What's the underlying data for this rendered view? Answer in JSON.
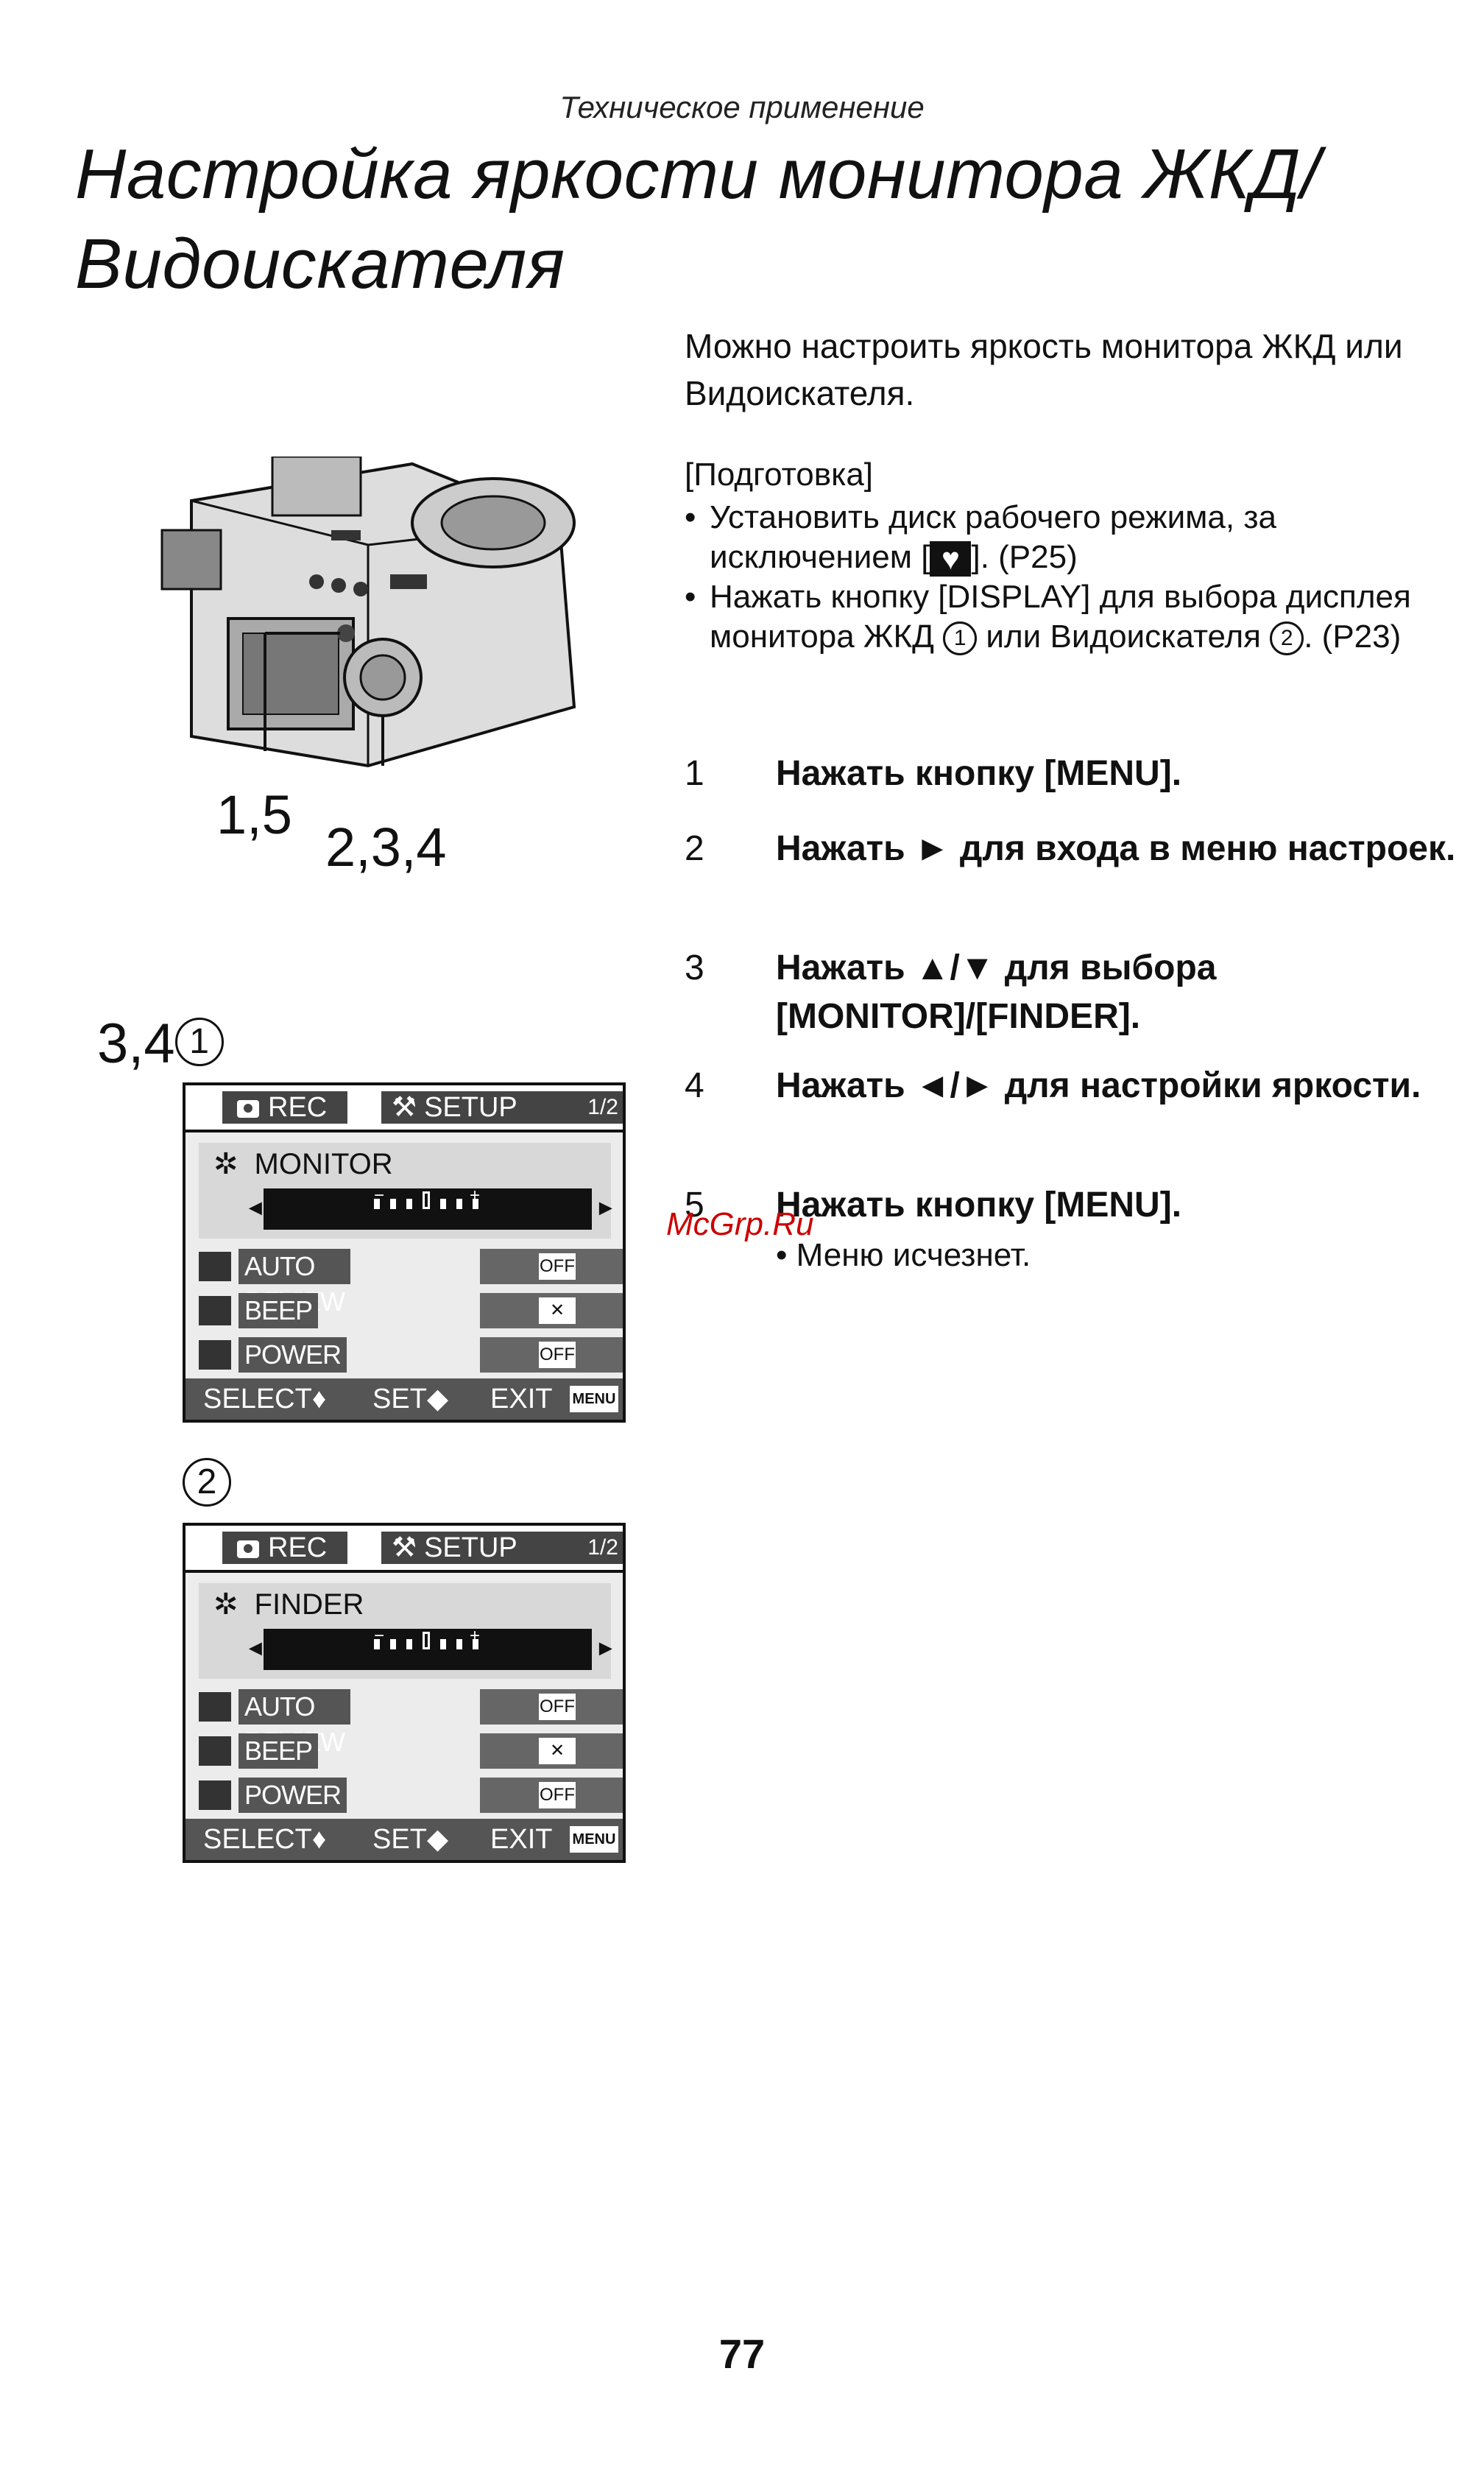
{
  "header": "Техническое применение",
  "title_line1": "Настройка яркости монитора ЖКД/",
  "title_line2": "Видоискателя",
  "intro": "Можно настроить яркость монитора ЖКД или Видоискателя.",
  "prep_heading": "[Подготовка]",
  "prep_items": [
    {
      "before": "Установить диск рабочего режима, за исключением [",
      "icon": "heart-icon",
      "after": "]. (P25)"
    },
    {
      "before": "Нажать кнопку [DISPLAY] для выбора дисплея монитора ЖКД ",
      "circle1": "1",
      "middle": " или Видоискателя ",
      "circle2": "2",
      "after": ". (P23)"
    }
  ],
  "steps": [
    {
      "num": "1",
      "text": "Нажать кнопку [MENU]."
    },
    {
      "num": "2",
      "text": "Нажать ► для входа в меню настроек."
    },
    {
      "num": "3",
      "text": "Нажать ▲/▼ для выбора [MONITOR]/[FINDER]."
    },
    {
      "num": "4",
      "text": "Нажать ◄/► для настройки яркости."
    },
    {
      "num": "5",
      "text": "Нажать кнопку [MENU].",
      "sub": "• Меню исчезнет."
    }
  ],
  "camera": {
    "label_a": "1,5",
    "label_b": "2,3,4"
  },
  "screens": [
    {
      "label": "3,4",
      "circle": "1",
      "tab_rec": "REC",
      "tab_setup": "SETUP",
      "page": "1/2",
      "selected": "MONITOR",
      "scale_minus": "−",
      "scale_plus": "+",
      "rows": [
        {
          "label": "AUTO REVIEW",
          "value": "OFF",
          "icon": "auto-review-icon"
        },
        {
          "label": "BEEP",
          "value": "✕",
          "icon": "beep-icon"
        },
        {
          "label": "POWER SAVE",
          "value": "OFF",
          "icon": "power-save-icon"
        }
      ],
      "footer": {
        "select": "SELECT♦",
        "set": "SET◆",
        "exit": "EXIT",
        "menu": "MENU"
      }
    },
    {
      "label": "",
      "circle": "2",
      "tab_rec": "REC",
      "tab_setup": "SETUP",
      "page": "1/2",
      "selected": "FINDER",
      "scale_minus": "−",
      "scale_plus": "+",
      "rows": [
        {
          "label": "AUTO REVIEW",
          "value": "OFF",
          "icon": "auto-review-icon"
        },
        {
          "label": "BEEP",
          "value": "✕",
          "icon": "beep-icon"
        },
        {
          "label": "POWER SAVE",
          "value": "OFF",
          "icon": "power-save-icon"
        }
      ],
      "footer": {
        "select": "SELECT♦",
        "set": "SET◆",
        "exit": "EXIT",
        "menu": "MENU"
      }
    }
  ],
  "watermark": "McGrp.Ru",
  "page_number": "77"
}
